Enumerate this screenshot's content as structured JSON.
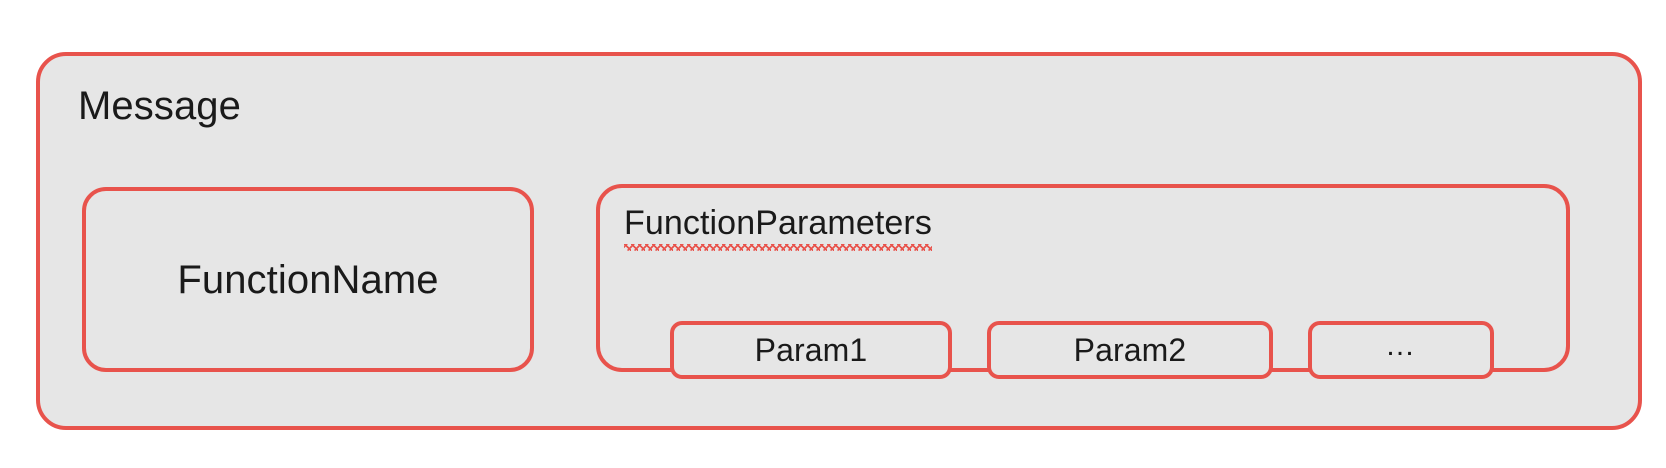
{
  "diagram": {
    "title": "Message",
    "colors": {
      "border": "#e8534c",
      "fill": "#e6e6e6",
      "text": "#1a1a1a",
      "spellcheck_underline": "#e8534c",
      "canvas": "#ffffff"
    },
    "outer_box": {
      "label": "Message"
    },
    "function_name_box": {
      "label": "FunctionName"
    },
    "function_parameters_box": {
      "label": "FunctionParameters",
      "has_spellcheck_underline": true,
      "params": [
        {
          "label": "Param1"
        },
        {
          "label": "Param2"
        },
        {
          "label": "…"
        }
      ]
    }
  }
}
